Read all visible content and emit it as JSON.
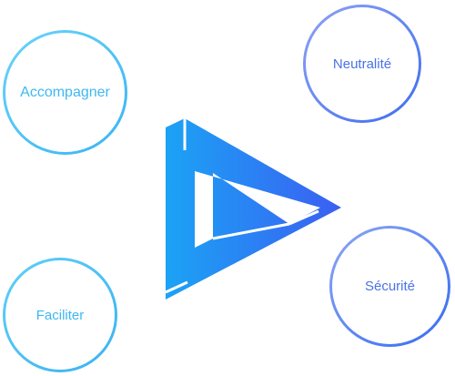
{
  "logo": {
    "icon": "impossible-triangle-logo-icon",
    "gradient_start": "#1ba3f5",
    "gradient_end": "#3b5ff2",
    "separator_color": "#ffffff"
  },
  "values": [
    {
      "id": "accompagner",
      "label": "Accompagner",
      "ring_start": "#6ad4f8",
      "ring_end": "#38b4f4",
      "text_color": "#3cb8f2"
    },
    {
      "id": "neutralite",
      "label": "Neutralité",
      "ring_start": "#8fa2f5",
      "ring_end": "#3d6df0",
      "text_color": "#4a72e6"
    },
    {
      "id": "securite",
      "label": "Sécurité",
      "ring_start": "#8ea6f6",
      "ring_end": "#356cf1",
      "text_color": "#4a72e6"
    },
    {
      "id": "faciliter",
      "label": "Faciliter",
      "ring_start": "#5fd0f8",
      "ring_end": "#3ab2f3",
      "text_color": "#3cb8f2"
    }
  ]
}
